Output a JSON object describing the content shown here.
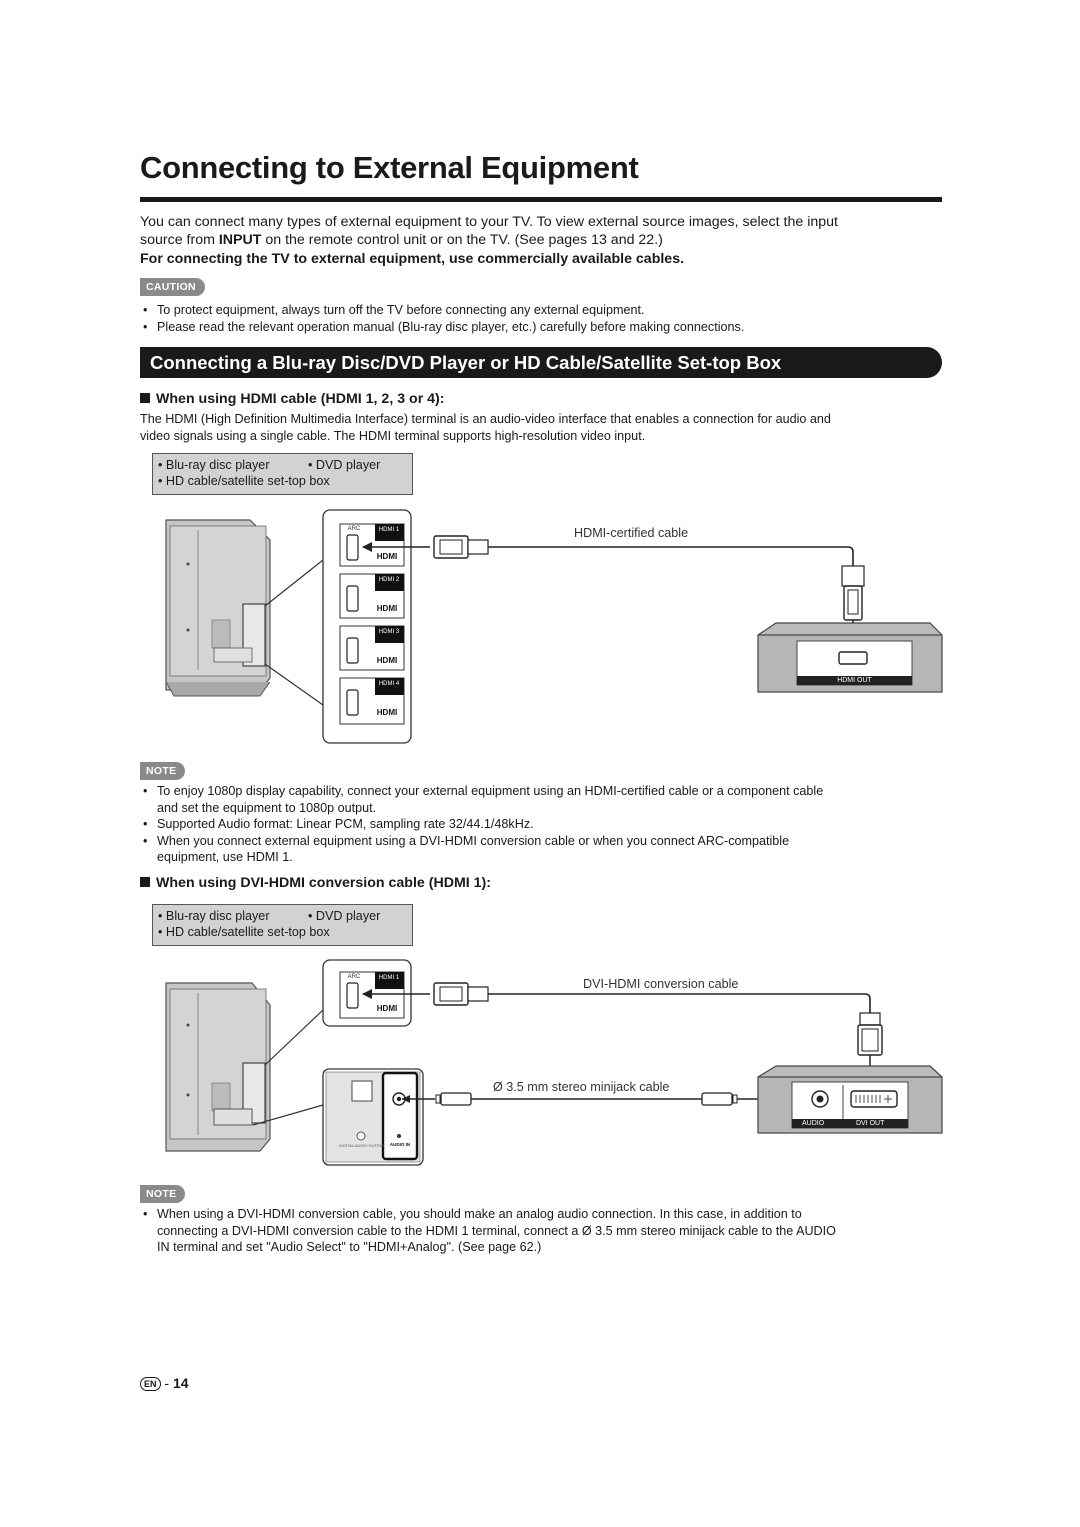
{
  "title": "Connecting to External Equipment",
  "intro": {
    "line1": "You can connect many types of external equipment to your TV. To view external source images, select the input",
    "line2_pre": "source from ",
    "line2_bold": "INPUT",
    "line2_post": " on the remote control unit or on the TV. (See pages 13 and 22.)",
    "bold_line": "For connecting the TV to external equipment, use commercially available cables."
  },
  "caution": {
    "label": "CAUTION",
    "items": [
      "To protect equipment, always turn off the TV before connecting any external equipment.",
      "Please read the relevant operation manual (Blu-ray disc player, etc.) carefully before making connections."
    ]
  },
  "section_title": "Connecting a Blu-ray Disc/DVD Player or HD Cable/Satellite Set-top Box",
  "hdmi_section": {
    "heading": "When using HDMI cable (HDMI 1, 2, 3 or 4):",
    "desc1": "The HDMI (High Definition Multimedia Interface) terminal is an audio-video interface that enables a connection for audio and",
    "desc2": "video signals using a single cable. The HDMI terminal supports high-resolution video input.",
    "devices": {
      "a": "Blu-ray disc player",
      "b": "DVD player",
      "c": "HD cable/satellite set-top box"
    },
    "cable_label": "HDMI-certified cable",
    "device_port_label": "HDMI OUT",
    "ports": [
      {
        "name": "HDMI 1",
        "arc": "ARC"
      },
      {
        "name": "HDMI 2"
      },
      {
        "name": "HDMI 3"
      },
      {
        "name": "HDMI 4"
      }
    ],
    "hdmi_logo": "HDMI"
  },
  "note1": {
    "label": "NOTE",
    "items": [
      {
        "l1": "To enjoy 1080p display capability, connect your external equipment using an HDMI-certified cable or a component cable",
        "l2": "and set the equipment to 1080p output."
      },
      {
        "l1": "Supported Audio format: Linear PCM, sampling rate 32/44.1/48kHz.",
        "l2": ""
      },
      {
        "l1": "When you connect external equipment using a DVI-HDMI conversion cable or when you connect ARC-compatible",
        "l2": "equipment, use HDMI 1."
      }
    ]
  },
  "dvi_section": {
    "heading": "When using DVI-HDMI conversion cable (HDMI 1):",
    "devices": {
      "a": "Blu-ray disc player",
      "b": "DVD player",
      "c": "HD cable/satellite set-top box"
    },
    "cable_label": "DVI-HDMI conversion cable",
    "minijack_label": "Ø 3.5 mm stereo minijack cable",
    "audio_label": "AUDIO",
    "dvi_out_label": "DVI OUT",
    "port_name": "HDMI 1",
    "arc": "ARC",
    "audio_in": "AUDIO IN",
    "digital_audio_output": "DIGITAL AUDIO OUTPUT"
  },
  "note2": {
    "label": "NOTE",
    "l1": "When using a DVI-HDMI conversion cable, you should make an analog audio connection. In this case, in addition to",
    "l2": "connecting a DVI-HDMI conversion cable to the HDMI 1 terminal, connect a Ø 3.5 mm stereo minijack cable to the AUDIO",
    "l3": "IN terminal and set \"Audio Select\" to \"HDMI+Analog\". (See page 62.)"
  },
  "footer": {
    "lang": "EN",
    "page": "14"
  }
}
